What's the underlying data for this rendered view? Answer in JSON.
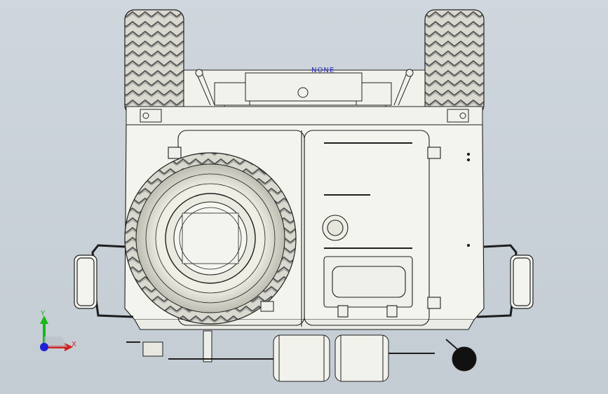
{
  "view": {
    "orientation_label": "NONE"
  },
  "triad": {
    "y_label": "Y",
    "x_label": "X"
  },
  "colors": {
    "background": "#c9d0d7",
    "body_fill": "#f4f4ef",
    "line": "#1e1e1e",
    "tire": "#d7d7cc",
    "label_blue": "#2b2bbf",
    "axis_y": "#17b817",
    "axis_x": "#d42020",
    "axis_z": "#2020d4"
  }
}
